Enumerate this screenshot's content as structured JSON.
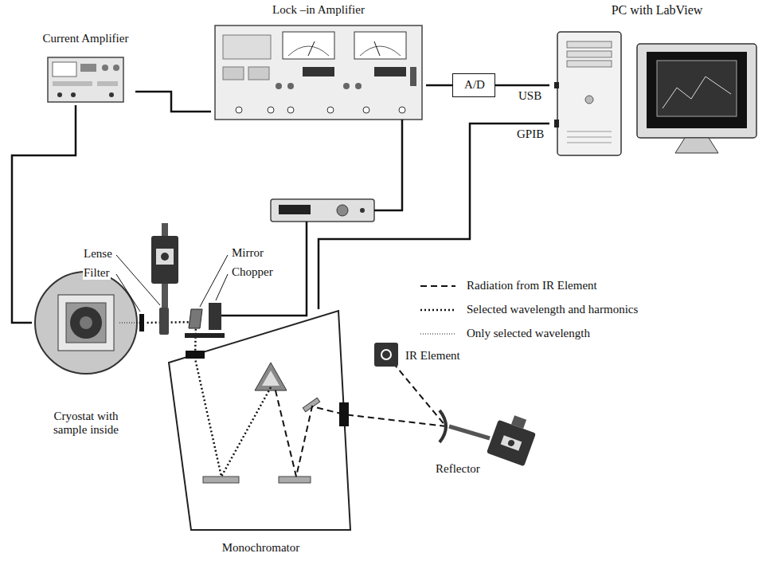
{
  "diagram": {
    "nodes": [
      {
        "text": [
          "Current Amplifier"
        ]
      },
      {
        "text": [
          "Lock –in Amplifier"
        ]
      },
      {
        "text": [
          "A/D"
        ]
      },
      {
        "text": [
          "PC with LabView"
        ]
      },
      {
        "text": [
          "Cryostat with sample inside"
        ]
      },
      {
        "text": [
          "Monochromator"
        ]
      }
    ],
    "edges": [
      {
        "from": 0,
        "to": 4,
        "arrow": "none"
      },
      {
        "from": 0,
        "to": 1,
        "arrow": "none"
      },
      {
        "from": 1,
        "to": 2,
        "arrow": "none"
      },
      {
        "from": 2,
        "to": 3,
        "arrow": "none"
      },
      {
        "from": 5,
        "to": 3,
        "arrow": "none"
      }
    ],
    "labels": [
      "Lense",
      "Filter",
      "Mirror",
      "Chopper",
      "USB",
      "GPIB",
      "IR Element",
      "Reflector"
    ],
    "legend": [
      {
        "text": "Radiation from IR Element"
      },
      {
        "text": "Selected wavelength and harmonics"
      },
      {
        "text": "Only selected wavelength"
      }
    ]
  }
}
